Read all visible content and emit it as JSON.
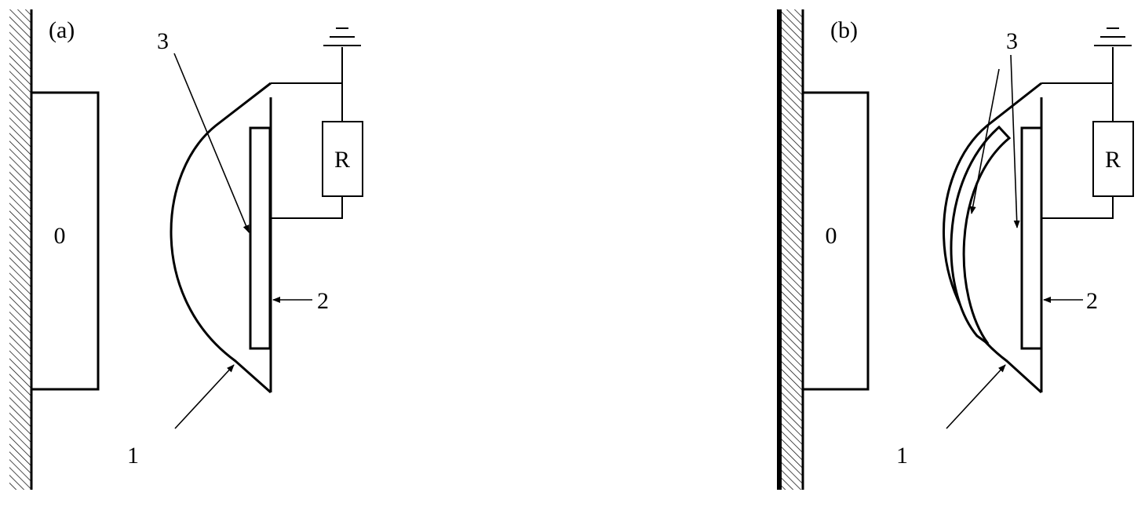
{
  "panels": [
    {
      "caption": "(a)",
      "block_label": "0",
      "resistor_label": "R",
      "label_1": "1",
      "label_2": "2",
      "label_3": "3"
    },
    {
      "caption": "(b)",
      "block_label": "0",
      "resistor_label": "R",
      "label_1": "1",
      "label_2": "2",
      "label_3": "3"
    }
  ],
  "colors": {
    "stroke": "#000000",
    "background": "#ffffff"
  }
}
